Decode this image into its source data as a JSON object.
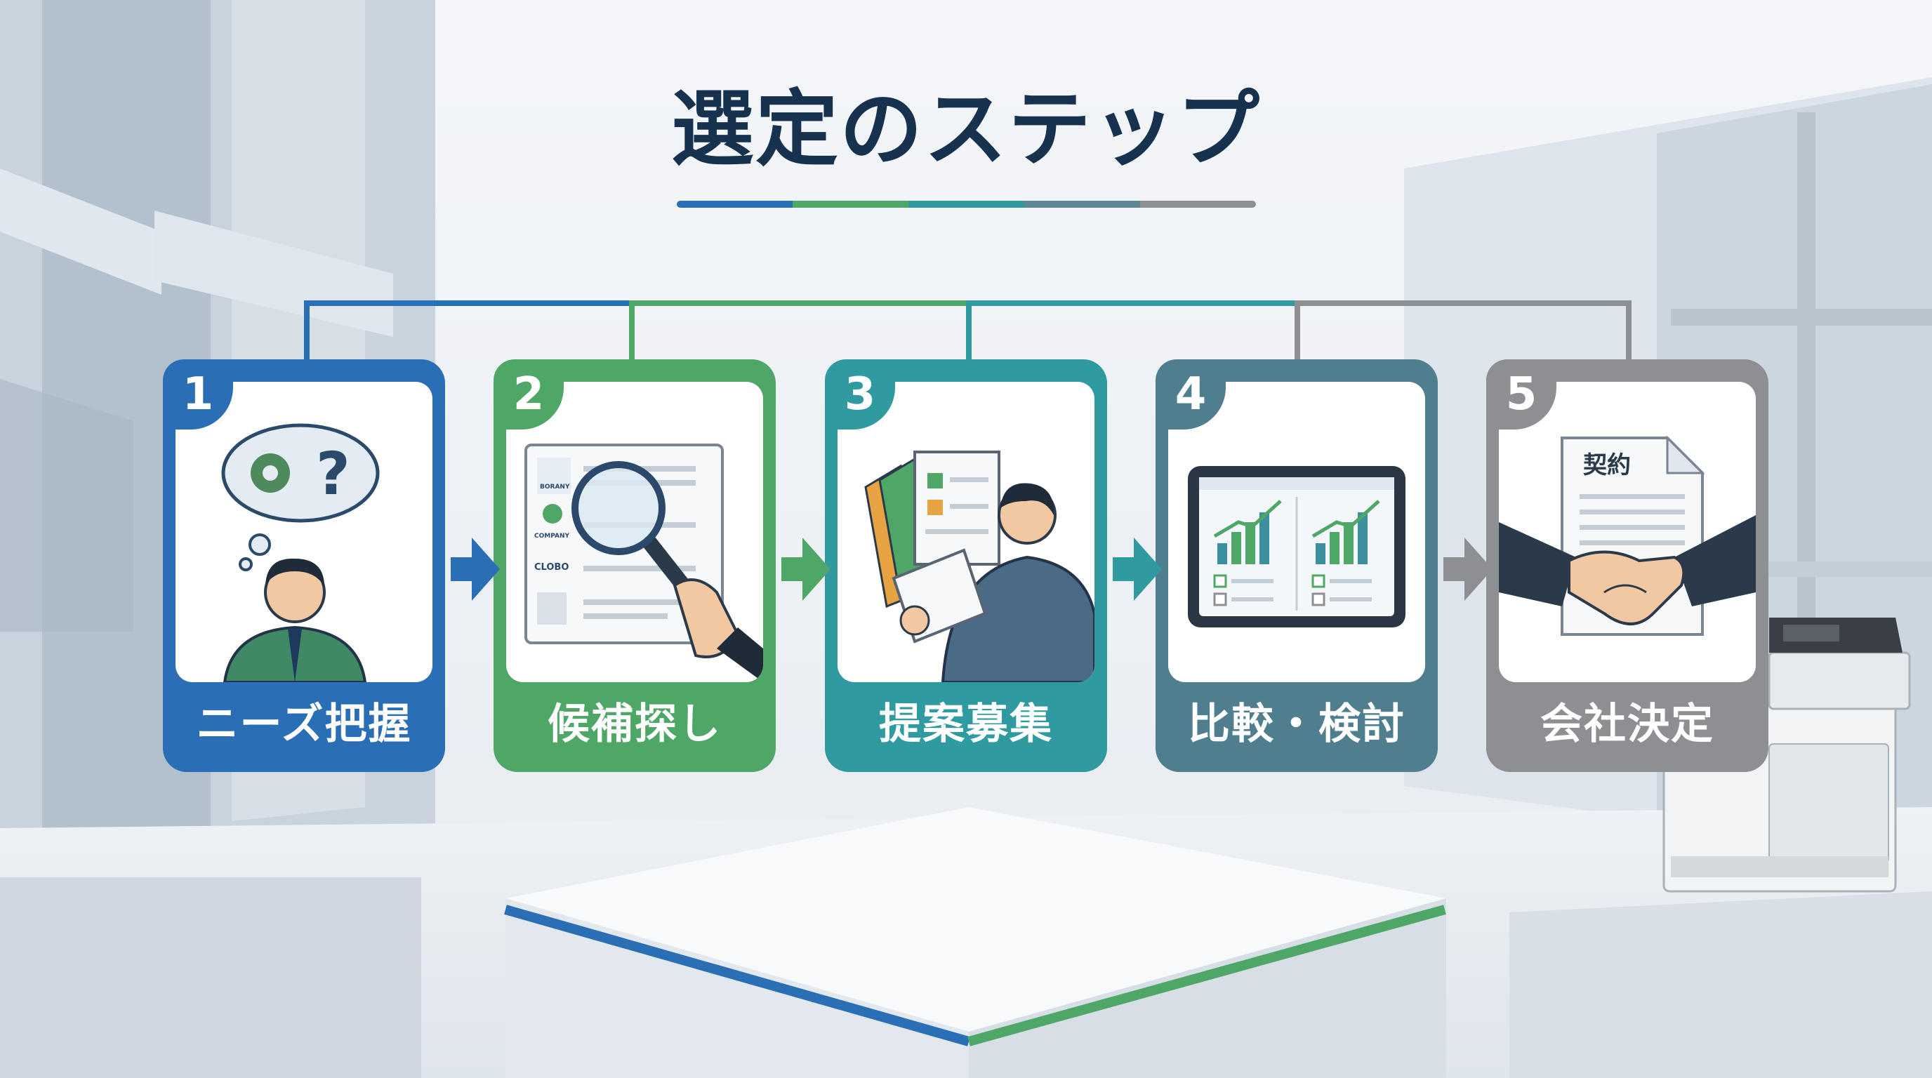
{
  "title": "選定のステップ",
  "colors": {
    "blue": "#2a6fb5",
    "green": "#4ea766",
    "teal": "#2f9aa0",
    "slate": "#4f7f8e",
    "gray": "#8e8f92",
    "title": "#17324f"
  },
  "steps": [
    {
      "number": "1",
      "label": "ニーズ把握",
      "icon": "thinking-person-icon"
    },
    {
      "number": "2",
      "label": "候補探し",
      "icon": "magnifier-company-list-icon"
    },
    {
      "number": "3",
      "label": "提案募集",
      "icon": "person-reviewing-documents-icon"
    },
    {
      "number": "4",
      "label": "比較・検討",
      "icon": "comparison-charts-tablet-icon"
    },
    {
      "number": "5",
      "label": "会社決定",
      "icon": "handshake-contract-icon"
    }
  ],
  "illustration_text": {
    "company_logos": [
      "BORANY",
      "COMPANY",
      "CLOBO"
    ],
    "contract": "契約"
  }
}
